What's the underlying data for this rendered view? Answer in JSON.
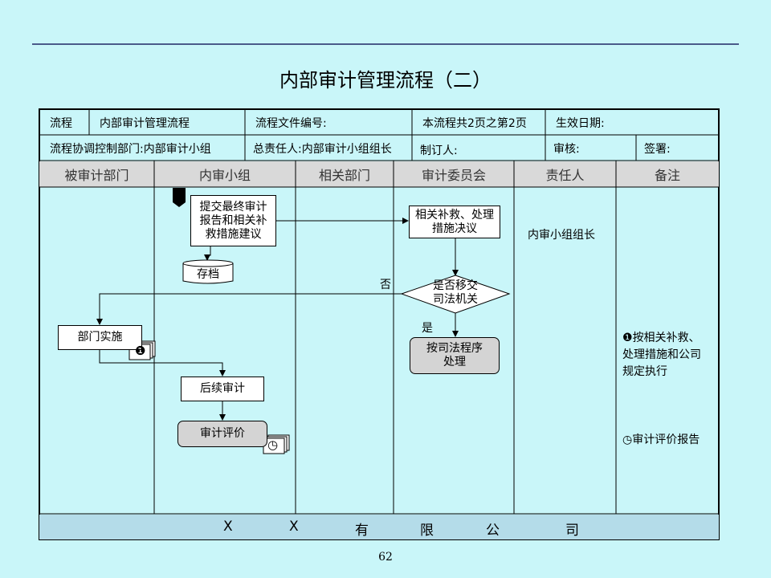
{
  "page": {
    "title": "内部审计管理流程（二）",
    "page_number": "62"
  },
  "header": {
    "row1": [
      "流程",
      "内部审计管理流程",
      "流程文件编号:",
      "本流程共2页之第2页",
      "生效日期:"
    ],
    "row2": [
      "流程协调控制部门:内部审计小组",
      "总责任人:内部审计小组组长",
      "制订人:",
      "审核:",
      "签署:"
    ]
  },
  "lanes": [
    "被审计部门",
    "内审小组",
    "相关部门",
    "审计委员会",
    "责任人",
    "备注"
  ],
  "nodes": {
    "submit_report": [
      "提交最终审计",
      "报告和相关补",
      "救措施建议"
    ],
    "archive": "存档",
    "remedy_decision": [
      "相关补救、处理",
      "措施决议"
    ],
    "judicial_decision": [
      "是否移交",
      "司法机关"
    ],
    "judicial_process": [
      "按司法程序",
      "处理"
    ],
    "dept_implement": "部门实施",
    "follow_up": "后续审计",
    "audit_evaluation": "审计评价"
  },
  "edge_labels": {
    "no": "否",
    "yes": "是"
  },
  "markers": {
    "note1": "❶",
    "clock": "◷"
  },
  "responsible": "内审小组组长",
  "notes": {
    "note1": [
      "按相关补救、",
      "处理措施和公司",
      "规定执行"
    ],
    "note2": "审计评价报告"
  },
  "footer": {
    "letters": [
      "X",
      "X",
      "有",
      "限",
      "公",
      "司"
    ]
  },
  "colors": {
    "background": "#c9f6f9",
    "lane_header": "#d9d9d9",
    "footer_band": "#b4dce9",
    "node_gray": "#d4d4d4"
  }
}
